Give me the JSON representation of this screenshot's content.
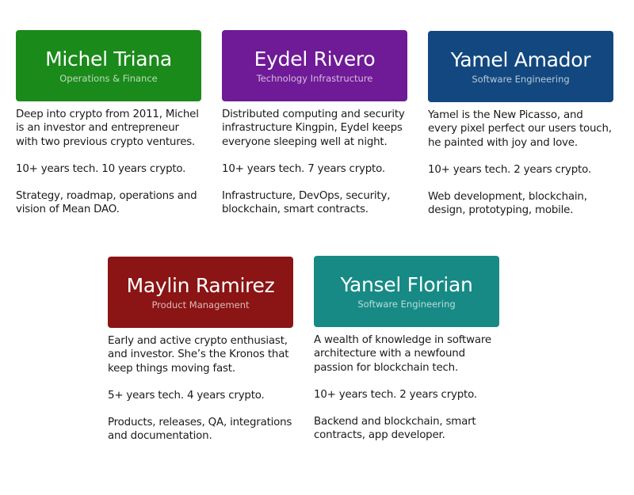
{
  "members": [
    {
      "name": "Michel Triana",
      "role": "Operations & Finance",
      "color": "#1a8a1a",
      "bio": "Deep into crypto from 2011, Michel is an investor and entrepreneur with two previous crypto ventures.",
      "experience": "10+ years tech. 10 years crypto.",
      "focus": "Strategy, roadmap, operations and vision of Mean DAO."
    },
    {
      "name": "Eydel Rivero",
      "role": "Technology Infrastructure",
      "color": "#6f1a96",
      "bio": "Distributed computing and security infrastructure Kingpin, Eydel keeps everyone sleeping well at night.",
      "experience": "10+ years tech. 7 years crypto.",
      "focus": "Infrastructure, DevOps, security, blockchain, smart contracts."
    },
    {
      "name": "Yamel Amador",
      "role": "Software Engineering",
      "color": "#12487f",
      "bio": "Yamel is the New Picasso, and every pixel perfect our users touch, he painted with joy and love.",
      "experience": "10+ years tech. 2 years crypto.",
      "focus": "Web development, blockchain, design, prototyping, mobile."
    },
    {
      "name": "Maylin Ramirez",
      "role": "Product Management",
      "color": "#8b1414",
      "bio": "Early and active crypto enthusiast, and investor. She’s the Kronos that keep things moving fast.",
      "experience": "5+ years tech. 4 years crypto.",
      "focus": "Products, releases, QA, integrations and documentation."
    },
    {
      "name": "Yansel Florian",
      "role": "Software Engineering",
      "color": "#178a85",
      "bio": "A wealth of knowledge in software architecture with a newfound passion for blockchain tech.",
      "experience": "10+ years tech. 2 years crypto.",
      "focus": "Backend and blockchain, smart contracts, app developer."
    }
  ]
}
